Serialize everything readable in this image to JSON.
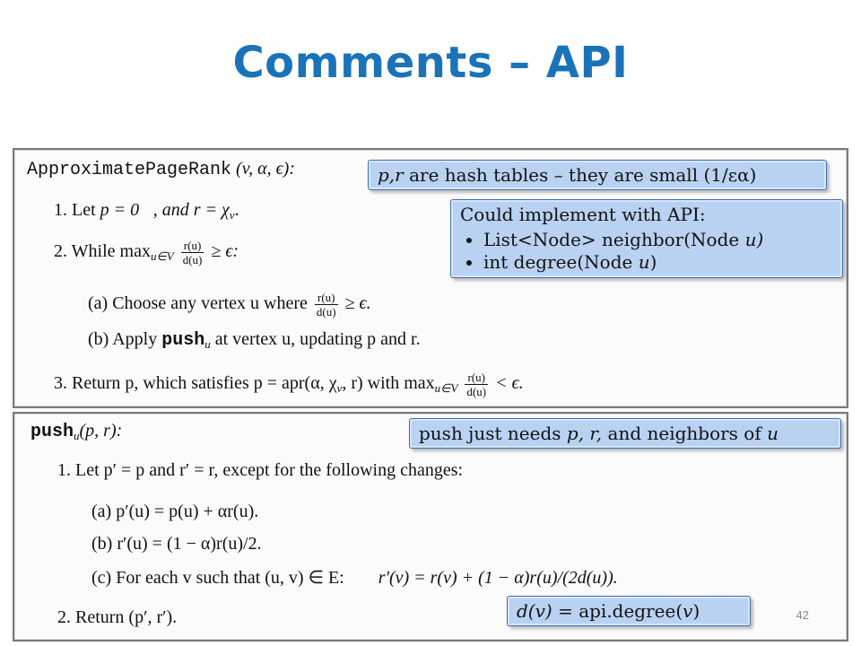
{
  "title": "Comments – API",
  "algorithm": {
    "header_name": "ApproximatePageRank",
    "header_args": "(v, α, ϵ):",
    "step1_prefix": "1.  Let",
    "step1_math": "p = 0⃗, and r = χ",
    "step1_sub": "v",
    "step1_end": ".",
    "step2_prefix": "2.  While max",
    "step2_sub": "u∈V",
    "frac_num": "r(u)",
    "frac_den": "d(u)",
    "step2_end": "≥ ϵ:",
    "step2a_prefix": "(a)  Choose any vertex u where",
    "step2a_end": "≥ ϵ.",
    "step2b_prefix": "(b)  Apply",
    "step2b_push": "push",
    "step2b_sub": "u",
    "step2b_end": "at vertex u, updating p and r.",
    "step3_prefix": "3.  Return p, which satisfies p = apr(α, χ",
    "step3_sub1": "v",
    "step3_mid": ", r) with max",
    "step3_sub2": "u∈V",
    "step3_end": "< ϵ."
  },
  "push": {
    "header_name": "push",
    "header_sub": "u",
    "header_args": "(p, r):",
    "step1": "1.  Let p′ = p and r′ = r, except for the following changes:",
    "step_a": "(a)  p′(u) = p(u) + αr(u).",
    "step_b": "(b)  r′(u) = (1 − α)r(u)/2.",
    "step_c_prefix": "(c)  For each v such that (u, v) ∈ E:",
    "step_c_formula": "r′(v) = r(v) + (1 − α)r(u)/(2d(u)).",
    "step2": "2.  Return (p′, r′)."
  },
  "callouts": {
    "hash": {
      "em": "p,r",
      "text": " are hash tables – they are small (1/εα)"
    },
    "api": {
      "heading": "Could implement with API:",
      "item1_text": "List<Node> neighbor(Node ",
      "item1_em": "u)",
      "item2_text": "int degree(Node ",
      "item2_em": "u",
      "item2_close": ")"
    },
    "push_needs": {
      "text1": "push just needs ",
      "em": "p, r,",
      "text2": " and neighbors of ",
      "em2": "u"
    },
    "degree": {
      "em1": "d(v)",
      "text": " = api.degree(",
      "em2": "v",
      "close": ")"
    }
  },
  "page_number": "42"
}
